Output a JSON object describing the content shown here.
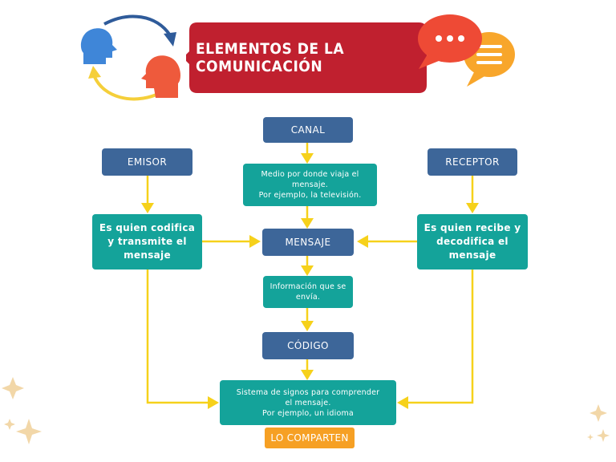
{
  "title": "ELEMENTOS DE LA COMUNICACIÓN",
  "colors": {
    "banner": "#c0202f",
    "navy": "#3d6699",
    "teal": "#14a39a",
    "orange": "#f6a024",
    "arrow": "#f6d11b",
    "head_blue": "#3f86d8",
    "head_red": "#ee5a3c",
    "bubble_red": "#ee4a35",
    "bubble_orange": "#f8a62b"
  },
  "icons": [
    "two-heads-communication-icon",
    "chat-bubbles-icon",
    "sparkle-icon"
  ],
  "nodes": {
    "canal": "CANAL",
    "canal_desc": "Medio por donde viaja el\nmensaje.\nPor ejemplo, la televisión.",
    "emisor": "EMISOR",
    "emisor_desc": "Es quien codifica\ny transmite el\nmensaje",
    "receptor": "RECEPTOR",
    "receptor_desc": "Es quien recibe y\ndecodifica el\nmensaje",
    "mensaje": "MENSAJE",
    "mensaje_desc": "Información que se\nenvía.",
    "codigo": "CÓDIGO",
    "codigo_desc": "Sistema de signos para comprender\nel mensaje.\nPor ejemplo, un idioma",
    "compartido": "LO COMPARTEN"
  }
}
